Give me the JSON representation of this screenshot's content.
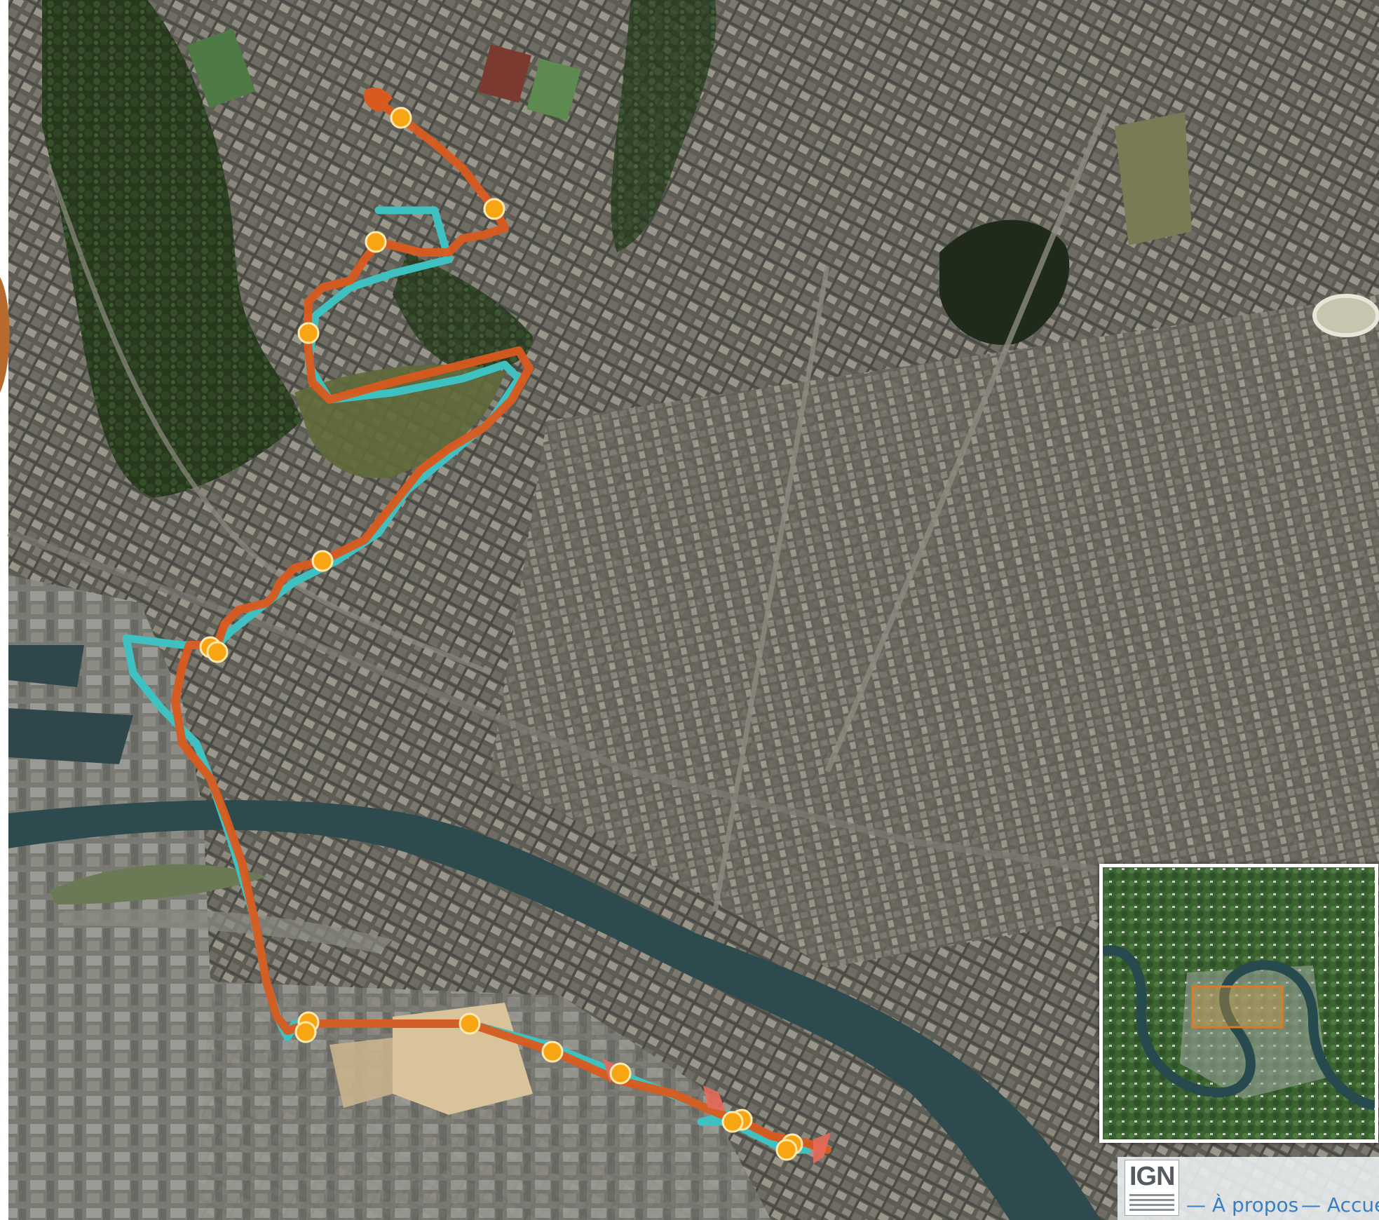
{
  "map": {
    "imagery": "aerial-photo",
    "colors": {
      "route_primary": "#d95a1e",
      "route_secondary": "#3fc1c1",
      "waypoint_fill": "#f7a513",
      "waypoint_stroke": "#ffe9b0",
      "river": "#2d4a4e",
      "overview_extent": "#e07a20"
    },
    "icons": {
      "waypoint": "waypoint-marker-icon",
      "route_end": "route-end-arrow-icon"
    }
  },
  "overview": {
    "label_icon": "overview-map-icon"
  },
  "footer": {
    "logo": "IGN",
    "about_link": "— À propos",
    "home_link": "— Accueil"
  }
}
